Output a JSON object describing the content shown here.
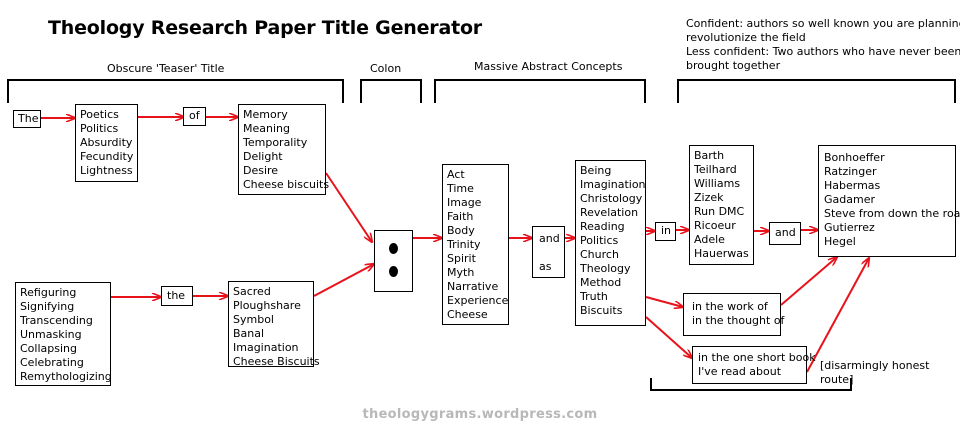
{
  "title": "Theology Research Paper Title Generator",
  "colors": {
    "arrow": "#e8121b",
    "bracket": "#000000",
    "footer": "#b8b8b8"
  },
  "notes": {
    "confident": "Confident: authors so well known you are planning to",
    "confident2": "revolutionize the field",
    "less": "Less confident: Two authors who have never been",
    "less2": "brought together",
    "honest1": "[disarmingly honest",
    "honest2": "route]"
  },
  "sections": {
    "teaser": "Obscure 'Teaser' Title",
    "colon": "Colon",
    "abstract": "Massive Abstract Concepts"
  },
  "boxes": {
    "the": "The",
    "poetics": [
      "Poetics",
      "Politics",
      "Absurdity",
      "Fecundity",
      "Lightness"
    ],
    "of": "of",
    "memory": [
      "Memory",
      "Meaning",
      "Temporality",
      "Delight",
      "Desire",
      "Cheese biscuits"
    ],
    "refiguring": [
      "Refiguring",
      "Signifying",
      "Transcending",
      "Unmasking",
      "Collapsing",
      "Celebrating",
      "Remythologizing"
    ],
    "the2": "the",
    "sacred": [
      "Sacred",
      "Ploughshare",
      "Symbol",
      "Banal",
      "Imagination",
      "Cheese Biscuits"
    ],
    "act": [
      "Act",
      "Time",
      "Image",
      "Faith",
      "Body",
      "Trinity",
      "Spirit",
      "Myth",
      "Narrative",
      "Experience",
      "Cheese"
    ],
    "andas": [
      "and",
      "",
      "as"
    ],
    "being": [
      "Being",
      "Imagination",
      "Christology",
      "Revelation",
      "Reading",
      "Politics",
      "Church",
      "Theology",
      "Method",
      "Truth",
      "Biscuits"
    ],
    "in": "in",
    "barth": [
      "Barth",
      "Teilhard",
      "Williams",
      "Zizek",
      "Run DMC",
      "Ricoeur",
      "Adele",
      "Hauerwas"
    ],
    "and2": "and",
    "bonhoeffer": [
      "Bonhoeffer",
      "Ratzinger",
      "Habermas",
      "Gadamer",
      "Steve from down the road",
      "Gutierrez",
      "Hegel"
    ],
    "work": [
      "in the work of",
      "in the thought of"
    ],
    "oneshort": [
      "in the one short book",
      "I've read about"
    ]
  },
  "footer": "theologygrams.wordpress.com"
}
